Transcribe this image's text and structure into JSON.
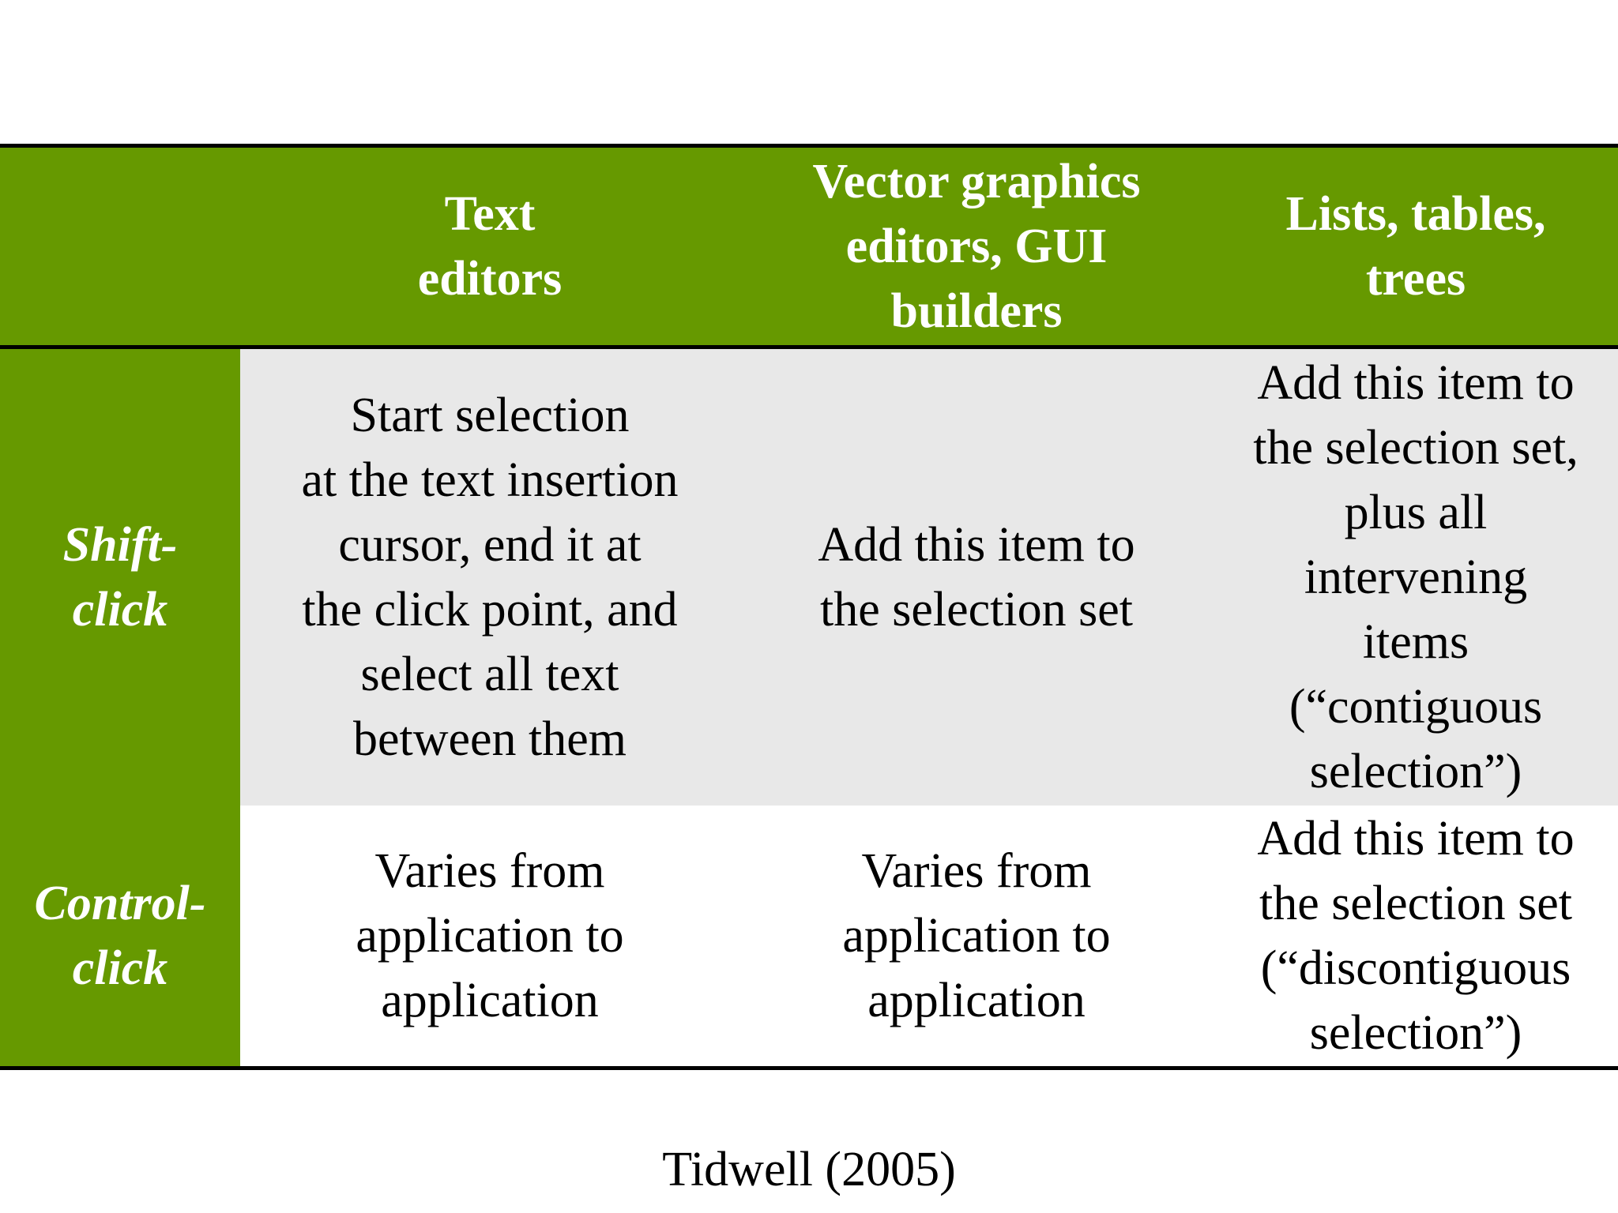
{
  "table": {
    "columns": [
      "",
      "Text\neditors",
      "Vector graphics\neditors, GUI\nbuilders",
      "Lists, tables,\ntrees"
    ],
    "rows": [
      {
        "header": "Shift-\nclick",
        "cells": [
          "Start selection\nat the text insertion\ncursor, end it at\nthe click point, and\nselect all text\nbetween them",
          "Add this item to\nthe selection set",
          "Add this item to\nthe selection set,\nplus all\nintervening\nitems\n(“contiguous\nselection”)"
        ]
      },
      {
        "header": "Control-\nclick",
        "cells": [
          "Varies from\napplication to\napplication",
          "Varies from\napplication to\napplication",
          "Add this item to\nthe selection set\n(“discontiguous\nselection”)"
        ]
      }
    ]
  },
  "caption": "Tidwell (2005)",
  "colors": {
    "header_green": "#669900",
    "row_shade": "#e8e8e8",
    "rule": "#000000"
  }
}
